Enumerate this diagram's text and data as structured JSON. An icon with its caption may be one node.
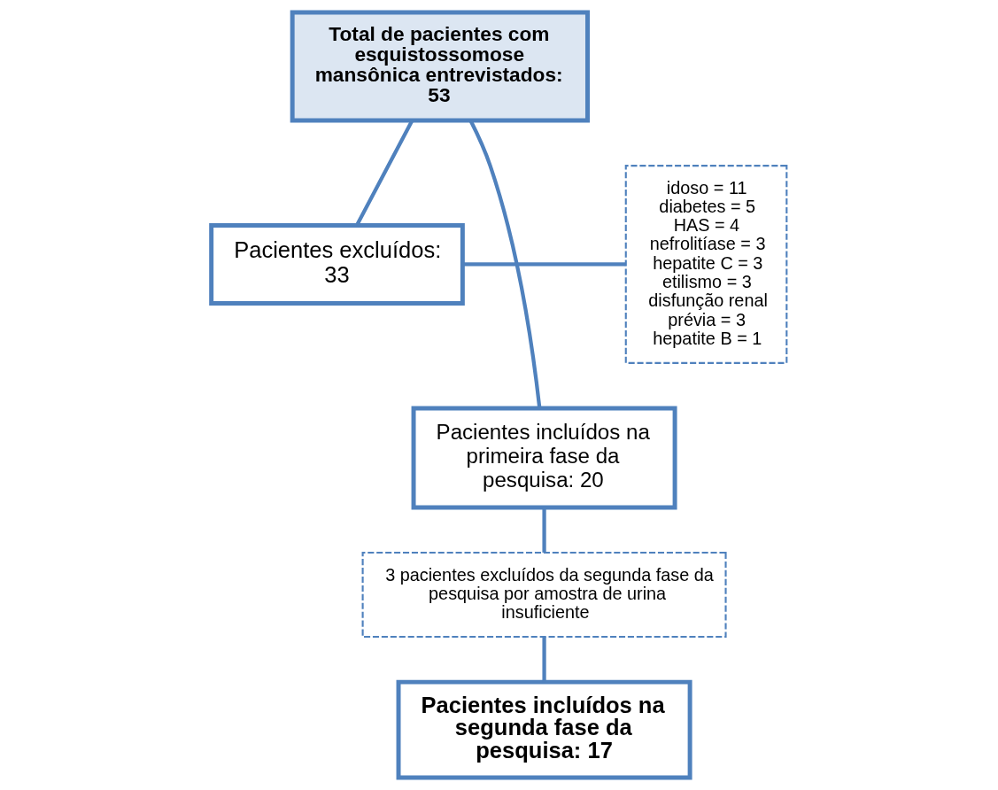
{
  "diagram": {
    "nodes": [
      {
        "text": [
          "Total de pacientes com esquistossomose mansônica entrevistados: 53"
        ]
      },
      {
        "text": [
          "Pacientes excluídos: 33"
        ]
      },
      {
        "text": [
          "idoso = 11",
          "diabetes = 5",
          "HAS = 4",
          "nefrolitíase = 3",
          "hepatite C = 3",
          "etilismo = 3",
          "disfunção renal prévia = 3",
          "hepatite B = 1"
        ]
      },
      {
        "text": [
          "Pacientes incluídos na primeira fase da pesquisa: 20"
        ]
      },
      {
        "text": [
          "3 pacientes excluídos da segunda fase da pesquisa por amostra de urina insuficiente"
        ]
      },
      {
        "text": [
          "Pacientes incluídos na segunda fase da pesquisa: 17"
        ]
      }
    ],
    "edges": [
      {
        "from": 0,
        "to": 3,
        "arrow": "none"
      },
      {
        "from": 0,
        "to": 1,
        "arrow": "none"
      },
      {
        "from": 1,
        "to": 2,
        "arrow": "none"
      },
      {
        "from": 3,
        "to": 4,
        "arrow": "none"
      },
      {
        "from": 4,
        "to": 5,
        "arrow": "none"
      }
    ]
  }
}
